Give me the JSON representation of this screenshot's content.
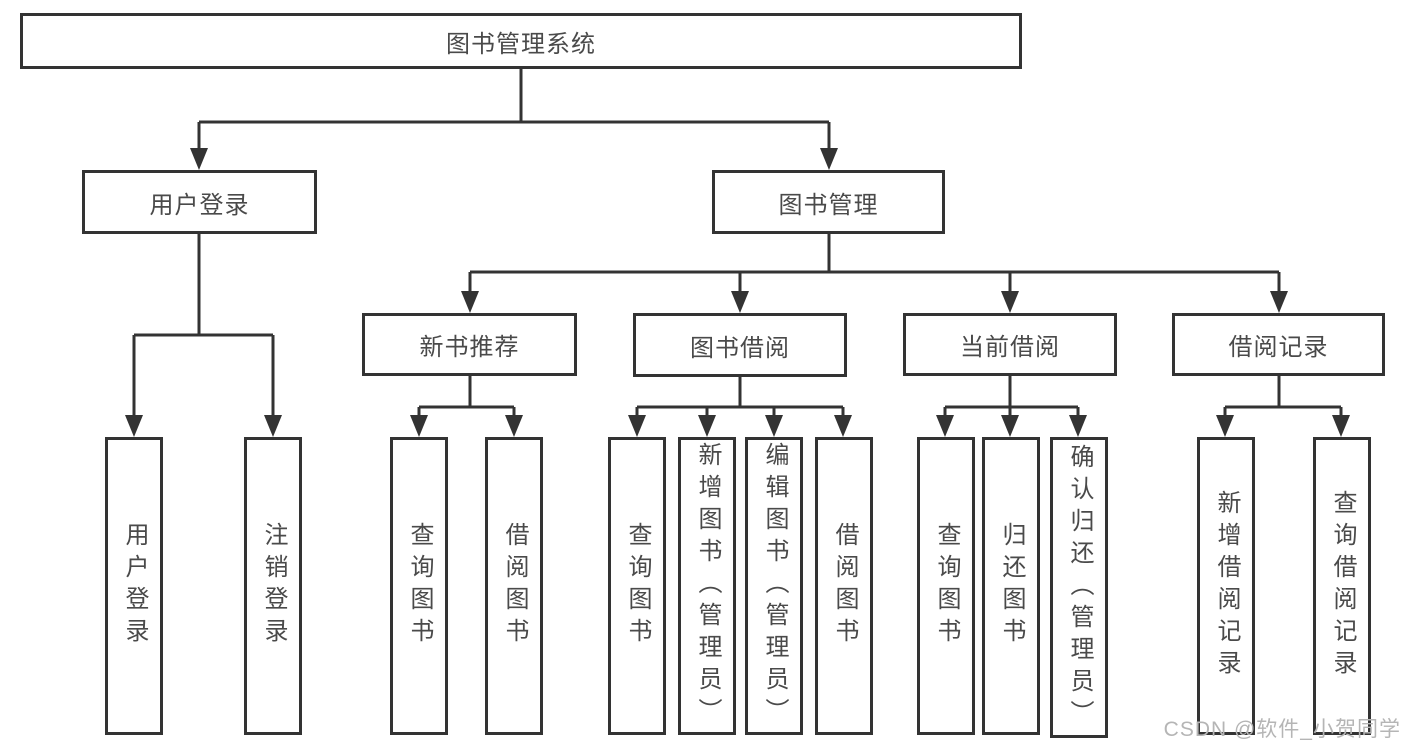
{
  "tree": {
    "label": "图书管理系统",
    "children": [
      {
        "label": "用户登录",
        "children": [
          {
            "label": "用户登录"
          },
          {
            "label": "注销登录"
          }
        ]
      },
      {
        "label": "图书管理",
        "children": [
          {
            "label": "新书推荐",
            "children": [
              {
                "label": "查询图书"
              },
              {
                "label": "借阅图书"
              }
            ]
          },
          {
            "label": "图书借阅",
            "children": [
              {
                "label": "查询图书"
              },
              {
                "label": "新增图书（管理员）"
              },
              {
                "label": "编辑图书（管理员）"
              },
              {
                "label": "借阅图书"
              }
            ]
          },
          {
            "label": "当前借阅",
            "children": [
              {
                "label": "查询图书"
              },
              {
                "label": "归还图书"
              },
              {
                "label": "确认归还（管理员）"
              }
            ]
          },
          {
            "label": "借阅记录",
            "children": [
              {
                "label": "新增借阅记录"
              },
              {
                "label": "查询借阅记录"
              }
            ]
          }
        ]
      }
    ]
  },
  "watermark": {
    "text": "CSDN @软件_小贺同学"
  },
  "colors": {
    "line": "#333333",
    "box_fill": "#ffffff",
    "text": "#4a4a4a",
    "watermark": "#b5b5b5"
  }
}
